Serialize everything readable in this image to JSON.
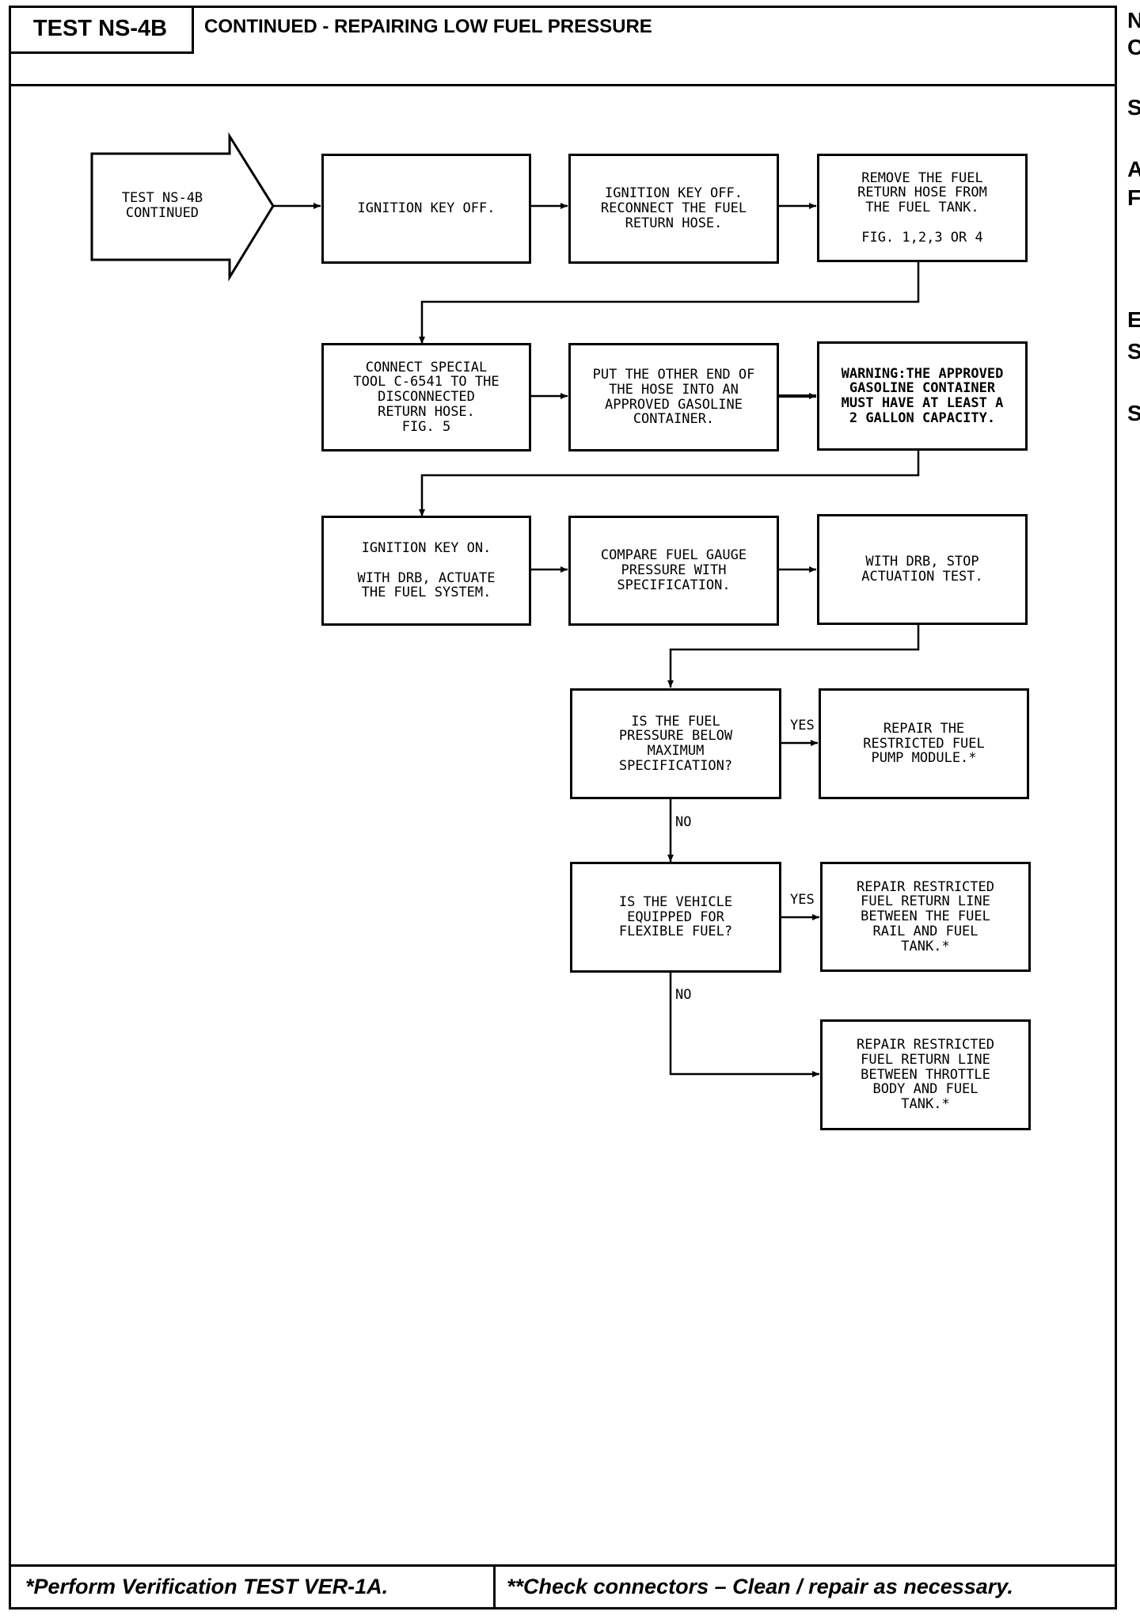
{
  "header": {
    "test_id": "TEST NS-4B",
    "title": "CONTINUED - REPAIRING LOW FUEL PRESSURE"
  },
  "flowchart": {
    "start": "TEST NS-4B\nCONTINUED",
    "step1": "IGNITION KEY OFF.",
    "step2": "IGNITION KEY OFF.\nRECONNECT THE FUEL\nRETURN HOSE.",
    "step3": "REMOVE THE FUEL\nRETURN HOSE FROM\nTHE FUEL TANK.\n\nFIG. 1,2,3 OR 4",
    "step4": "CONNECT SPECIAL\nTOOL C-6541 TO THE\nDISCONNECTED\nRETURN HOSE.\nFIG. 5",
    "step5": "PUT THE OTHER END OF\nTHE HOSE INTO AN\nAPPROVED GASOLINE\nCONTAINER.",
    "step6": "WARNING:THE APPROVED\nGASOLINE CONTAINER\nMUST HAVE AT LEAST A\n2 GALLON CAPACITY.",
    "step7": "IGNITION KEY ON.\n\nWITH DRB, ACTUATE\nTHE FUEL SYSTEM.",
    "step8": "COMPARE FUEL GAUGE\nPRESSURE WITH\nSPECIFICATION.",
    "step9": "WITH DRB, STOP\nACTUATION TEST.",
    "decision1": "IS THE FUEL\nPRESSURE BELOW\nMAXIMUM\nSPECIFICATION?",
    "result1": "REPAIR THE\nRESTRICTED FUEL\nPUMP MODULE.*",
    "decision2": "IS THE VEHICLE\nEQUIPPED FOR\nFLEXIBLE FUEL?",
    "result2": "REPAIR RESTRICTED\nFUEL RETURN LINE\nBETWEEN THE FUEL\nRAIL AND FUEL\nTANK.*",
    "result3": "REPAIR RESTRICTED\nFUEL RETURN LINE\nBETWEEN THROTTLE\nBODY AND FUEL\nTANK.*",
    "yes_label_1": "YES",
    "no_label_1": "NO",
    "yes_label_2": "YES",
    "no_label_2": "NO"
  },
  "footer": {
    "left_note": "*Perform Verification TEST VER-1A.",
    "right_note": "**Check connectors – Clean / repair as necessary."
  },
  "margin_fragments": {
    "f1": "N",
    "f2": "C",
    "f3": "S",
    "f4": "A",
    "f5": "F",
    "f6": "E",
    "f7": "S",
    "f8": "S"
  }
}
